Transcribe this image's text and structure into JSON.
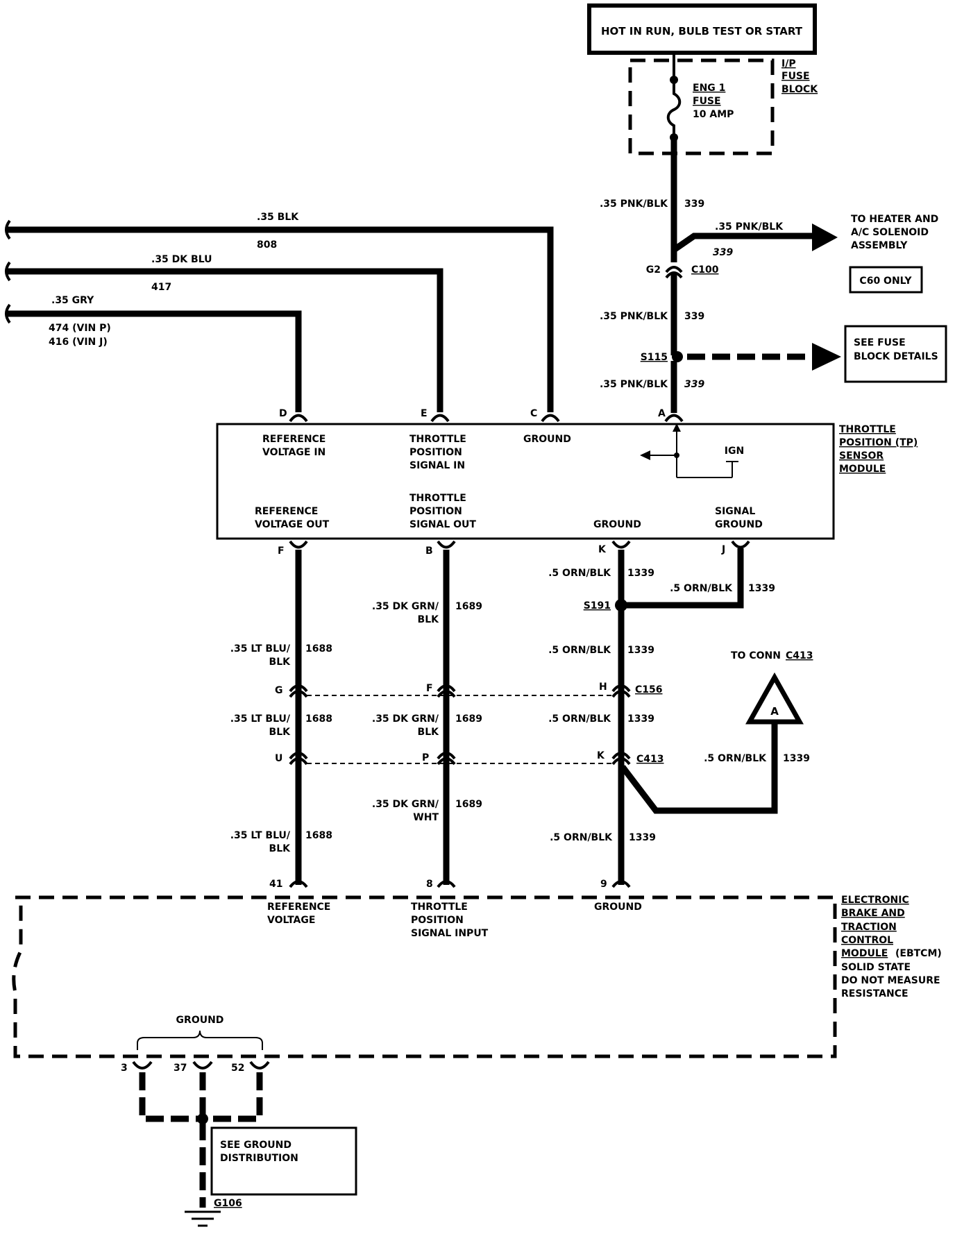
{
  "power_source": {
    "label": "HOT IN RUN, BULB TEST OR START"
  },
  "fuse_block": {
    "name_lines": [
      "I/P",
      "FUSE",
      "BLOCK"
    ],
    "fuse_lines": [
      "ENG 1",
      "FUSE",
      "10 AMP"
    ]
  },
  "left_wires": {
    "blk": {
      "size": ".35 BLK",
      "circuit": "808"
    },
    "dk_blu": {
      "size": ".35 DK BLU",
      "circuit": "417"
    },
    "gry": {
      "size": ".35 GRY",
      "circuit_lines": [
        "474  (VIN P)",
        "416  (VIN J)"
      ]
    }
  },
  "feed_wires": {
    "top": {
      "size": ".35 PNK/BLK",
      "circuit": "339"
    },
    "branch": {
      "size": ".35 PNK/BLK",
      "circuit": "339"
    },
    "mid": {
      "size": ".35 PNK/BLK",
      "circuit": "339"
    },
    "low": {
      "size": ".35 PNK/BLK",
      "circuit": "339"
    }
  },
  "heater": {
    "lines": [
      "TO HEATER AND",
      "A/C SOLENOID",
      "ASSEMBLY"
    ],
    "option": "C60 ONLY"
  },
  "connectors": {
    "g2": "G2",
    "c100": "C100",
    "s115": "S115",
    "s191": "S191",
    "c156": "C156",
    "c413": "C413"
  },
  "fuse_details": {
    "lines": [
      "SEE FUSE",
      "BLOCK DETAILS"
    ]
  },
  "tp_module": {
    "name_lines": [
      "THROTTLE",
      "POSITION (TP)",
      "SENSOR",
      "MODULE"
    ],
    "top_pins": [
      {
        "pin": "D",
        "lines": [
          "REFERENCE",
          "VOLTAGE IN"
        ]
      },
      {
        "pin": "E",
        "lines": [
          "THROTTLE",
          "POSITION",
          "SIGNAL IN"
        ]
      },
      {
        "pin": "C",
        "lines": [
          "GROUND"
        ]
      },
      {
        "pin": "A",
        "lines": []
      }
    ],
    "ign": "IGN",
    "bottom_pins": [
      {
        "pin": "F",
        "lines": [
          "REFERENCE",
          "VOLTAGE OUT"
        ]
      },
      {
        "pin": "B",
        "lines": [
          "THROTTLE",
          "POSITION",
          "SIGNAL OUT"
        ]
      },
      {
        "pin": "K",
        "lines": [
          "GROUND"
        ]
      },
      {
        "pin": "J",
        "lines": [
          "SIGNAL",
          "GROUND"
        ]
      }
    ]
  },
  "lower_wires": {
    "ref_1": {
      "size_lines": [
        ".35 LT BLU/",
        "BLK"
      ],
      "circuit": "1688"
    },
    "ref_2": {
      "size_lines": [
        ".35 LT BLU/",
        "BLK"
      ],
      "circuit": "1688"
    },
    "ref_3": {
      "size_lines": [
        ".35 LT BLU/",
        "BLK"
      ],
      "circuit": "1688"
    },
    "sig_1": {
      "size_lines": [
        ".35 DK GRN/",
        "BLK"
      ],
      "circuit": "1689"
    },
    "sig_2": {
      "size_lines": [
        ".35 DK GRN/",
        "BLK"
      ],
      "circuit": "1689"
    },
    "sig_3": {
      "size_lines": [
        ".35 DK GRN/",
        "WHT"
      ],
      "circuit": "1689"
    },
    "gnd_1": {
      "size": ".5 ORN/BLK",
      "circuit": "1339"
    },
    "gnd_j": {
      "size": ".5 ORN/BLK",
      "circuit": "1339"
    },
    "gnd_2": {
      "size": ".5 ORN/BLK",
      "circuit": "1339"
    },
    "gnd_3": {
      "size": ".5 ORN/BLK",
      "circuit": "1339"
    },
    "gnd_4": {
      "size": ".5 ORN/BLK",
      "circuit": "1339"
    },
    "gnd_a": {
      "size": ".5 ORN/BLK",
      "circuit": "1339"
    }
  },
  "c156_pins": {
    "ref": "G",
    "sig": "F",
    "gnd": "H"
  },
  "c413_pins": {
    "ref": "U",
    "sig": "P",
    "gnd": "K"
  },
  "to_conn": {
    "prefix": "TO CONN",
    "connector": "C413",
    "symbol": "A"
  },
  "ebtcm": {
    "name_lines": [
      "ELECTRONIC",
      "BRAKE AND",
      "TRACTION",
      "CONTROL",
      "MODULE"
    ],
    "suffix": "(EBTCM)",
    "note_lines": [
      "SOLID STATE",
      "DO NOT MEASURE",
      "RESISTANCE"
    ],
    "pins": [
      {
        "pin": "41",
        "lines": [
          "REFERENCE",
          "VOLTAGE"
        ]
      },
      {
        "pin": "8",
        "lines": [
          "THROTTLE",
          "POSITION",
          "SIGNAL INPUT"
        ]
      },
      {
        "pin": "9",
        "lines": [
          "GROUND"
        ]
      }
    ],
    "ground_label": "GROUND",
    "ground_pins": [
      "3",
      "37",
      "52"
    ]
  },
  "ground_distribution": {
    "lines": [
      "SEE GROUND",
      "DISTRIBUTION"
    ]
  },
  "ground_point": "G106"
}
